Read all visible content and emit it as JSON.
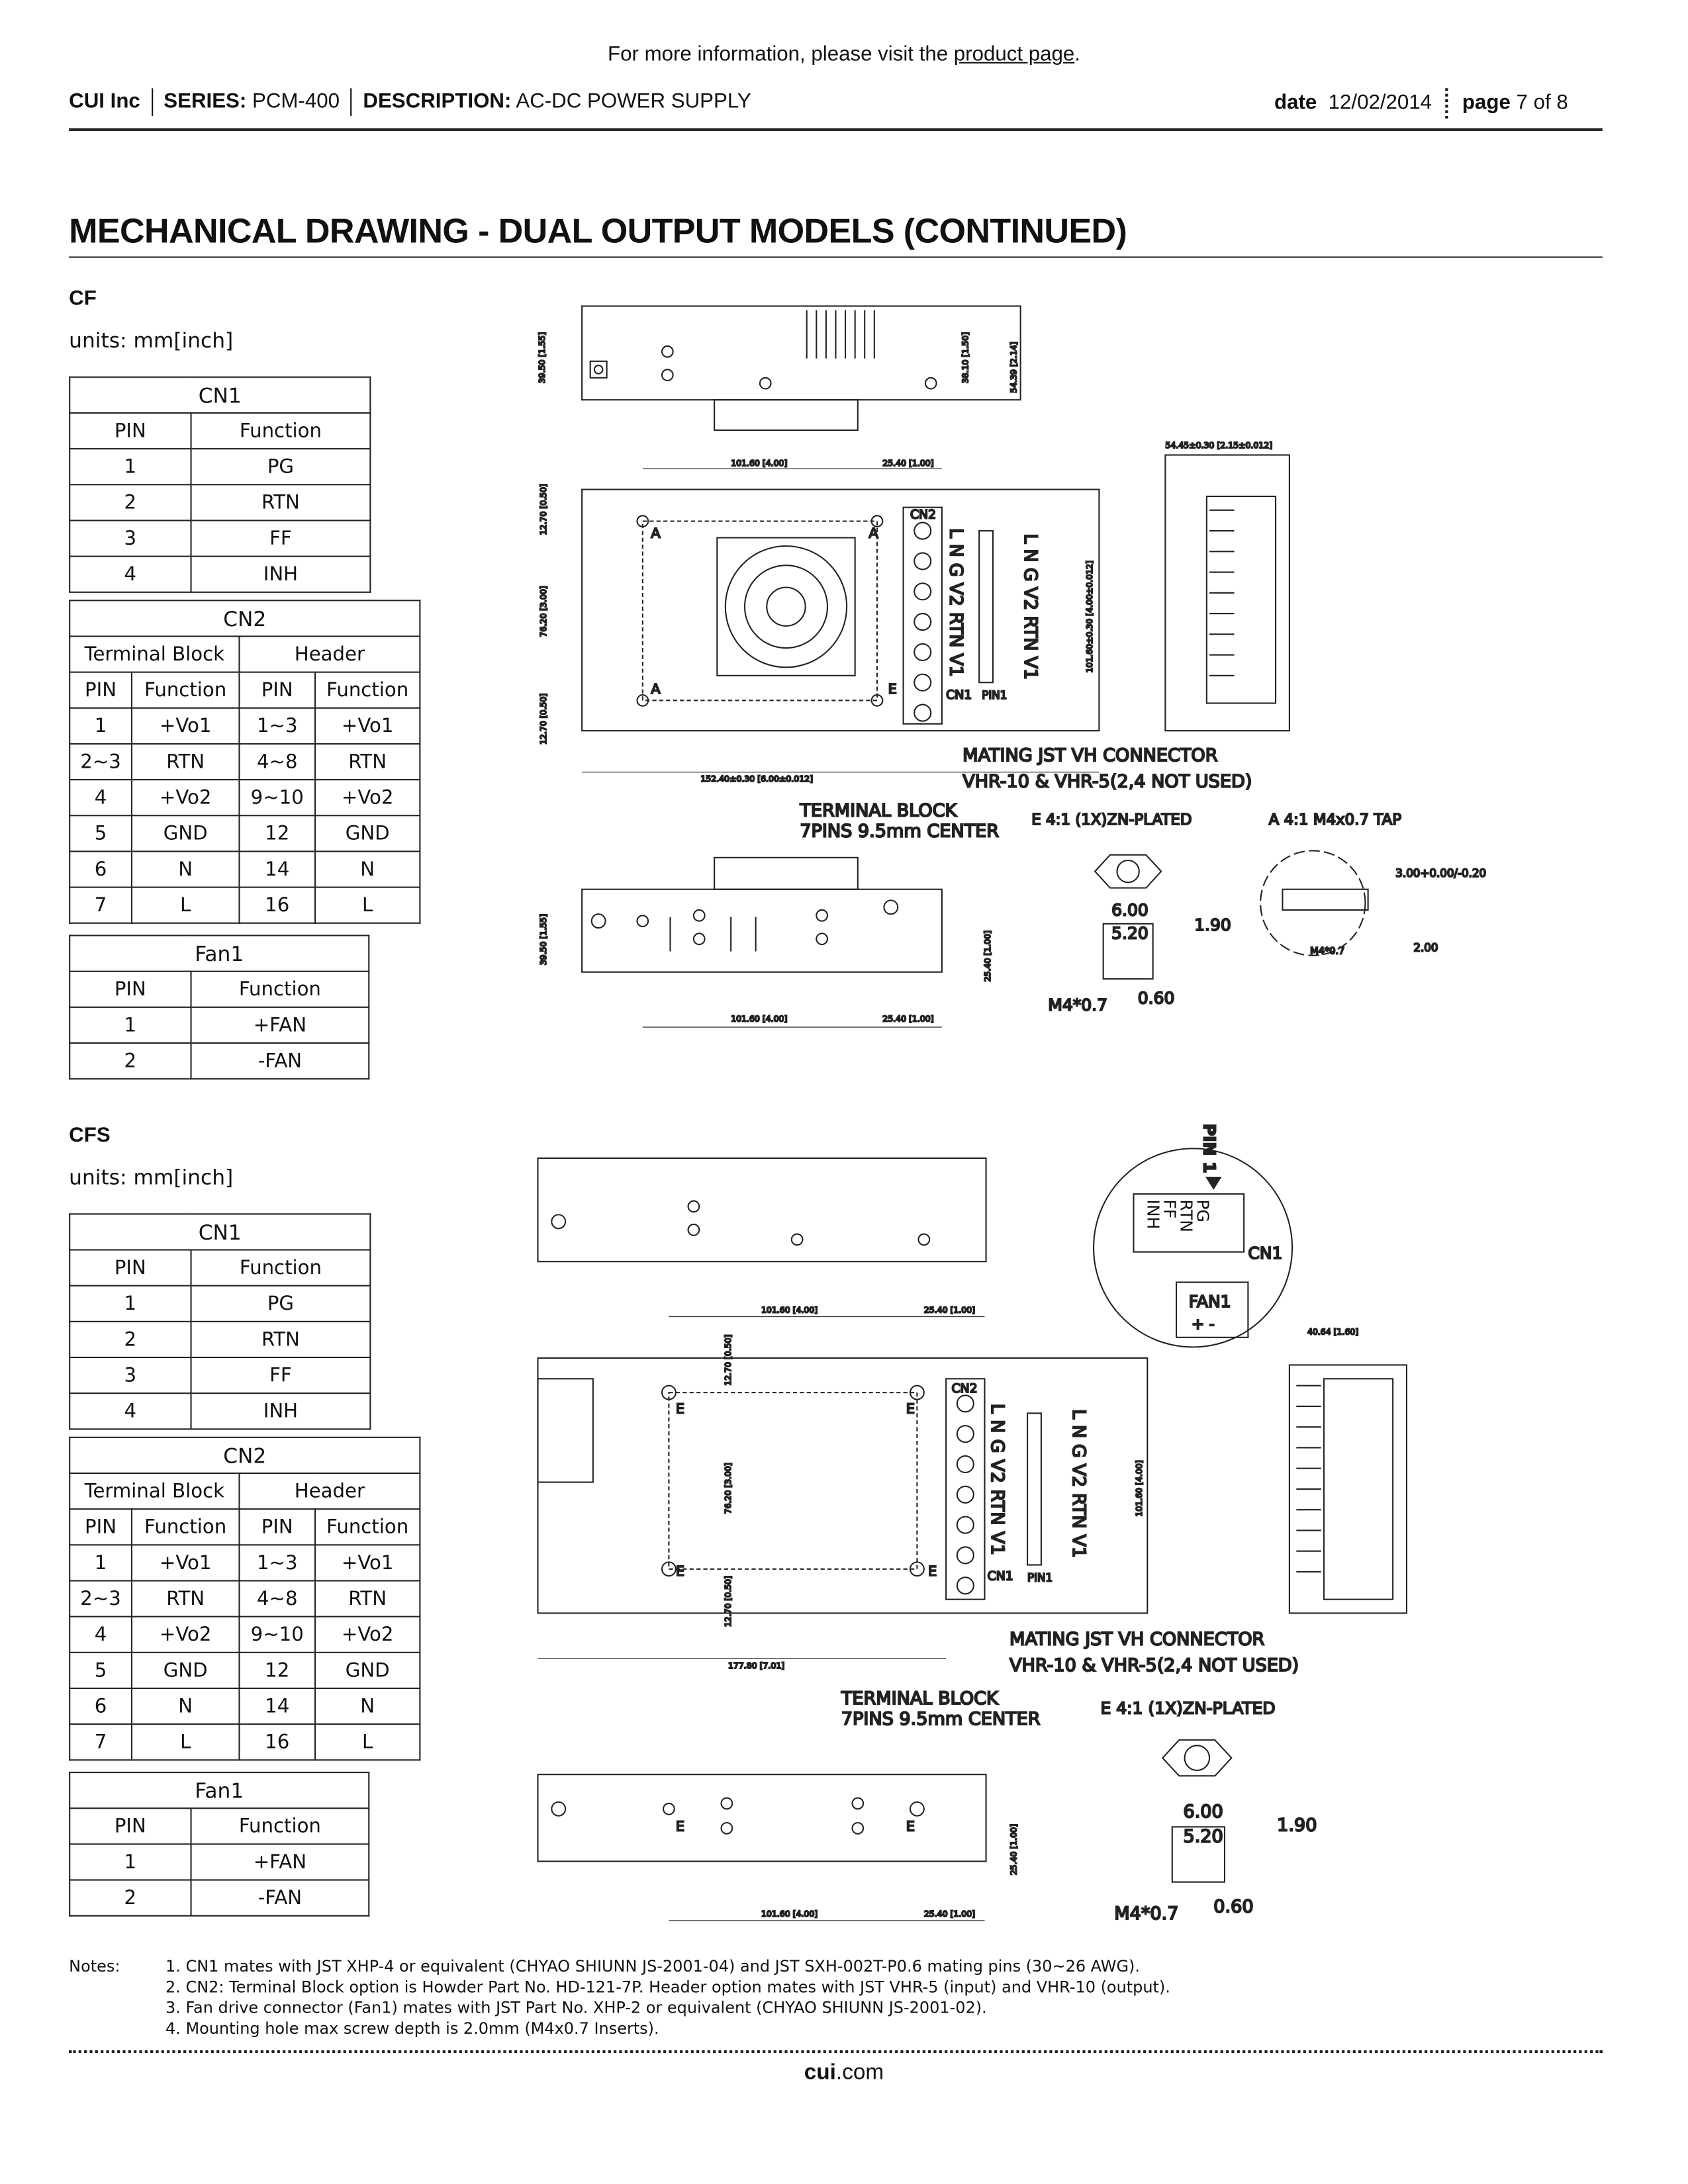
{
  "top_note": {
    "prefix": "For more information, please visit the ",
    "link": "product page",
    "suffix": "."
  },
  "header": {
    "company": "CUI Inc",
    "series_label": "SERIES:",
    "series": "PCM-400",
    "description_label": "DESCRIPTION:",
    "description": "AC-DC POWER SUPPLY",
    "date_label": "date",
    "date": "12/02/2014",
    "page_label": "page",
    "page": "7 of 8"
  },
  "title": "MECHANICAL DRAWING - DUAL OUTPUT MODELS (CONTINUED)",
  "sections": [
    {
      "name": "CF",
      "units": "units: mm[inch]"
    },
    {
      "name": "CFS",
      "units": "units: mm[inch]"
    }
  ],
  "tables": {
    "cn1": {
      "title": "CN1",
      "headers": [
        "PIN",
        "Function"
      ],
      "rows": [
        [
          "1",
          "PG"
        ],
        [
          "2",
          "RTN"
        ],
        [
          "3",
          "FF"
        ],
        [
          "4",
          "INH"
        ]
      ]
    },
    "cn2": {
      "title": "CN2",
      "groups": [
        "Terminal Block",
        "Header"
      ],
      "headers": [
        "PIN",
        "Function",
        "PIN",
        "Function"
      ],
      "rows": [
        [
          "1",
          "+Vo1",
          "1~3",
          "+Vo1"
        ],
        [
          "2~3",
          "RTN",
          "4~8",
          "RTN"
        ],
        [
          "4",
          "+Vo2",
          "9~10",
          "+Vo2"
        ],
        [
          "5",
          "GND",
          "12",
          "GND"
        ],
        [
          "6",
          "N",
          "14",
          "N"
        ],
        [
          "7",
          "L",
          "16",
          "L"
        ]
      ]
    },
    "fan1": {
      "title": "Fan1",
      "headers": [
        "PIN",
        "Function"
      ],
      "rows": [
        [
          "1",
          "+FAN"
        ],
        [
          "2",
          "-FAN"
        ]
      ]
    }
  },
  "drawing": {
    "d_101_60": "101.60 [4.00]",
    "d_25_40": "25.40 [1.00]",
    "d_12_70": "12.70 [0.50]",
    "d_76_20": "76.20 [3.00]",
    "d_39_50": "39.50 [1.55]",
    "d_38_10": "38.10 [1.50]",
    "d_54_39": "54.39 [2.14]",
    "d_152_40": "152.40±0.30 [6.00±0.012]",
    "d_101_60_tol": "101.60±0.30 [4.00±0.012]",
    "d_54_45": "54.45±0.30 [2.15±0.012]",
    "d_177_80": "177.80 [7.01]",
    "d_40_64": "40.64 [1.60]",
    "cn2": "CN2",
    "cn1": "CN1",
    "pin1": "PIN1",
    "pin1_arrow": "PIN 1",
    "tb_pins": "L  N  G  V2  RTN  V1",
    "hdr_pins": "L   N   G   V2  RTN   V1",
    "mating1": "MATING JST VH CONNECTOR",
    "mating2": "VHR-10 & VHR-5(2,4 NOT USED)",
    "tb1": "TERMINAL BLOCK",
    "tb2": "7PINS 9.5mm CENTER",
    "detail_e": "E 4:1 (1X)ZN-PLATED",
    "detail_a": "A 4:1 M4x0.7 TAP",
    "n600": "6.00",
    "n520": "5.20",
    "n190": "1.90",
    "m4": "M4*0.7",
    "n060": "0.60",
    "tap_tol": "3.00+0.00/-0.20",
    "n200": "2.00",
    "mark_a": "A",
    "mark_e": "E",
    "cn1_pins": "PG RTN FF INH",
    "fan1": "FAN1",
    "fan_pol": "+   -"
  },
  "notes": {
    "label": "Notes:",
    "items": [
      "1. CN1 mates with JST XHP-4 or equivalent (CHYAO SHIUNN JS-2001-04) and JST SXH-002T-P0.6 mating pins (30~26 AWG).",
      "2. CN2: Terminal Block option is Howder Part No. HD-121-7P.  Header option mates with JST VHR-5 (input) and VHR-10 (output).",
      "3. Fan drive connector (Fan1) mates with JST Part No. XHP-2 or equivalent (CHYAO SHIUNN JS-2001-02).",
      "4. Mounting hole max screw depth is 2.0mm (M4x0.7 Inserts)."
    ]
  },
  "footer": {
    "bold": "cui",
    "rest": ".com"
  }
}
